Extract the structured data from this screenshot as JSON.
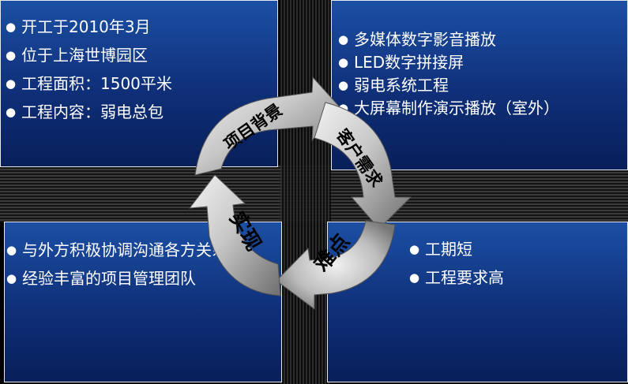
{
  "panels": {
    "top_left": {
      "items": [
        "开工于2010年3月",
        "位于上海世博园区",
        "工程面积：1500平米",
        "工程内容：弱电总包"
      ]
    },
    "top_right": {
      "items": [
        "多媒体数字影音播放",
        "LED数字拼接屏",
        "弱电系统工程",
        "大屏幕制作演示播放（室外）"
      ]
    },
    "bottom_left": {
      "items": [
        "与外方积极协调沟通各方关系",
        "经验丰富的项目管理团队"
      ]
    },
    "bottom_right": {
      "items": [
        "工期短",
        "工程要求高"
      ]
    }
  },
  "cycle": {
    "arrows": [
      {
        "label": "项目背景"
      },
      {
        "label": "客户需求"
      },
      {
        "label": "难点"
      },
      {
        "label": "实现"
      }
    ]
  },
  "colors": {
    "panel_top": "#1c4fa4",
    "panel_bottom": "#081f5a",
    "arrow_light": "#e6e6e6",
    "arrow_dark": "#7a7a7a"
  }
}
